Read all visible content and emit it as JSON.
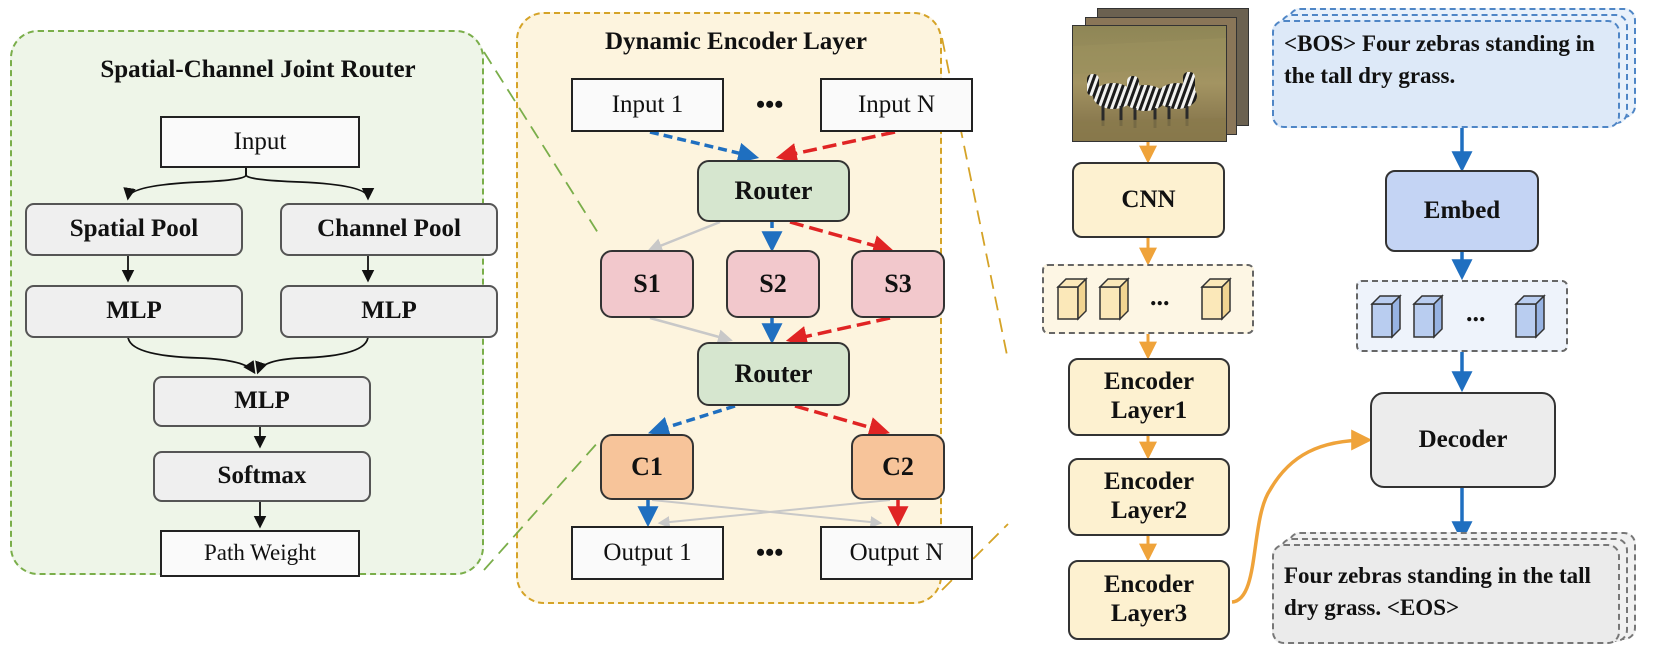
{
  "router_panel": {
    "title": "Spatial-Channel Joint Router",
    "input": "Input",
    "spatial_pool": "Spatial Pool",
    "channel_pool": "Channel Pool",
    "mlp_left": "MLP",
    "mlp_right": "MLP",
    "mlp_center": "MLP",
    "softmax": "Softmax",
    "path_weight": "Path Weight"
  },
  "encoder_panel": {
    "title": "Dynamic Encoder Layer",
    "input_1": "Input 1",
    "input_dots": "•••",
    "input_n": "Input N",
    "router_top": "Router",
    "s1": "S1",
    "s2": "S2",
    "s3": "S3",
    "router_bottom": "Router",
    "c1": "C1",
    "c2": "C2",
    "output_1": "Output 1",
    "output_dots": "•••",
    "output_n": "Output N"
  },
  "pipeline": {
    "cnn": "CNN",
    "feature_dots": "...",
    "encoder_layer1": "Encoder Layer1",
    "encoder_layer2": "Encoder Layer2",
    "encoder_layer3": "Encoder Layer3"
  },
  "decoder_side": {
    "input_caption": "<BOS> Four zebras standing in the tall dry grass.",
    "embed": "Embed",
    "embed_dots": "...",
    "decoder": "Decoder",
    "output_caption": "Four zebras standing in the tall dry grass. <EOS>"
  },
  "colors": {
    "green_panel": "#eef5e8",
    "green_border": "#7aae4a",
    "yellow_panel": "#fdf4de",
    "yellow_border": "#d5a327",
    "orange_arrow": "#efa33a",
    "blue_arrow": "#1f6fc0",
    "red_arrow": "#e02424",
    "gray_arrow": "#c8c8c8"
  }
}
